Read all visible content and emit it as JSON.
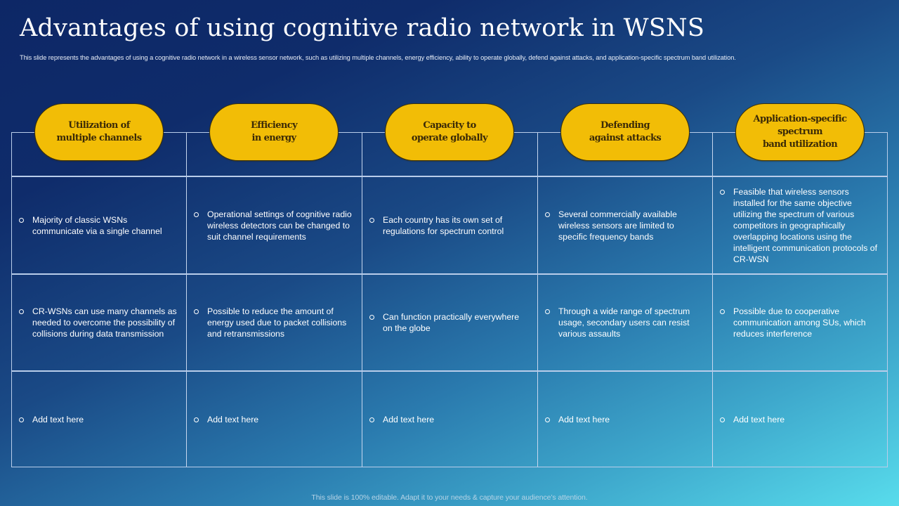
{
  "title": "Advantages of using cognitive radio network in WSNS",
  "subtitle": "This slide represents the advantages of using a cognitive radio network in a wireless sensor network, such as utilizing multiple  channels, energy efficiency, ability to operate globally, defend against attacks, and application-specific spectrum band utilization.",
  "colors": {
    "pill": "#f2bd06",
    "pill_text": "#3b2a07",
    "background_start": "#0d2766",
    "background_end": "#58dcec",
    "grid_line": "#b9cdea",
    "text": "#ffffff"
  },
  "columns": [
    {
      "header": "Utilization of\nmultiple channels",
      "rows": [
        "Majority of classic WSNs communicate via a single channel",
        "CR-WSNs can use many channels as needed to overcome  the possibility of collisions during data transmission",
        "Add text here"
      ]
    },
    {
      "header": "Efficiency\nin energy",
      "rows": [
        "Operational  settings of cognitive radio wireless detectors can be changed to suit channel requirements",
        "Possible to reduce  the amount of energy used due to packet collisions and retransmissions",
        "Add text here"
      ]
    },
    {
      "header": "Capacity to\noperate globally",
      "rows": [
        "Each country has its own set of regulations for spectrum control",
        "Can function practically everywhere on the globe",
        "Add text here"
      ]
    },
    {
      "header": "Defending\nagainst attacks",
      "rows": [
        "Several  commercially available wireless sensors are limited to specific frequency  bands",
        "Through  a wide range of spectrum usage, secondary users can resist various  assaults",
        "Add text here"
      ]
    },
    {
      "header": "Application-specific\nspectrum\nband utilization",
      "rows": [
        "Feasible that wireless sensors installed for the same objective utilizing the spectrum of various competitors in geographically overlapping  locations using the intelligent communication protocols of CR-WSN",
        "Possible due to cooperative communication among SUs, which reduces interference",
        "Add text here"
      ]
    }
  ],
  "bullet_icon": "hollow-circle-bullet",
  "footer": "This slide is 100% editable. Adapt it to your needs & capture your audience’s attention."
}
